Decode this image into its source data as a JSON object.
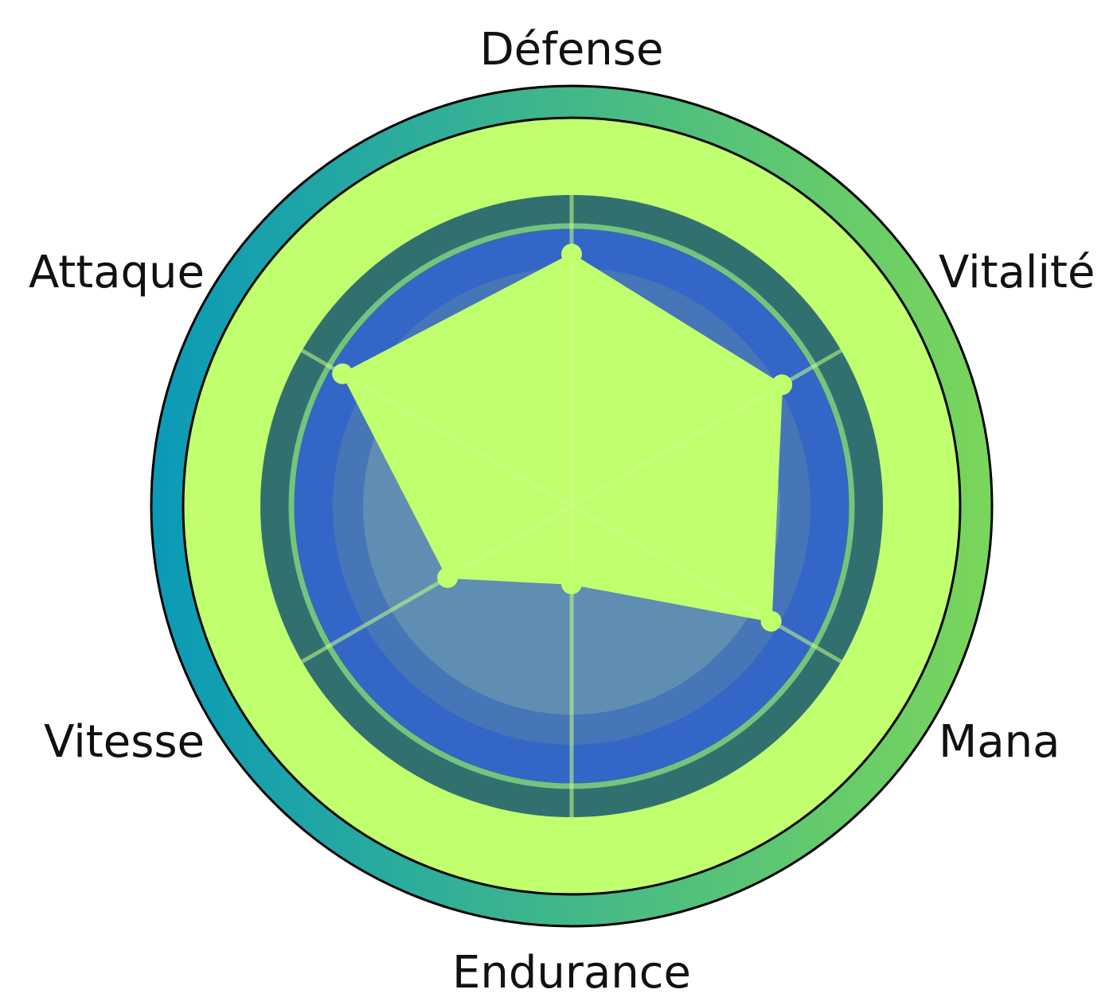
{
  "chart_data": {
    "type": "radar",
    "axes": [
      "Défense",
      "Vitalité",
      "Mana",
      "Endurance",
      "Vitesse",
      "Attaque"
    ],
    "series": [
      {
        "values": [
          81,
          78,
          74,
          25,
          46,
          85
        ]
      }
    ],
    "range": [
      0,
      100
    ],
    "colors": {
      "outer_ring_start": "#0a9ab8",
      "outer_ring_end": "#7ad65a",
      "inner_face": "#c0ff6e",
      "grid_band": "#327070",
      "blue_band": "#3466c8",
      "data_fill": "#c0ff6e",
      "spokes": "#c9ff86",
      "marker": "#c0ff6e"
    }
  }
}
